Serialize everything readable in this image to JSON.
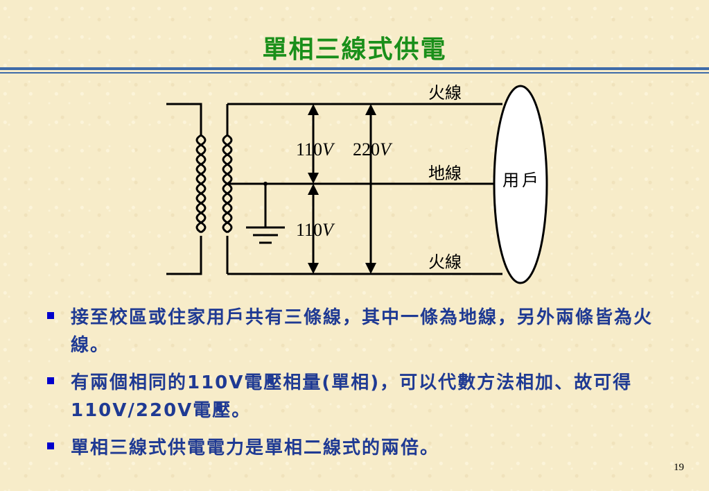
{
  "title": "單相三線式供電",
  "diagram": {
    "hot_wire_top": "火線",
    "ground_wire": "地線",
    "hot_wire_bottom": "火線",
    "user": "用戶",
    "voltage_upper_num": "110",
    "voltage_upper_unit": "V",
    "voltage_total_num": "220",
    "voltage_total_unit": "V",
    "voltage_lower_num": "110",
    "voltage_lower_unit": "V"
  },
  "bullets": [
    "接至校區或住家用戶共有三條線，其中一條為地線，另外兩條皆為火線。",
    "有兩個相同的110V電壓相量(單相)，可以代數方法相加、故可得110V/220V電壓。",
    "單相三線式供電電力是單相二線式的兩倍。"
  ],
  "page_number": "19",
  "colors": {
    "title": "#1a8f1a",
    "bullet_text": "#1f3a93",
    "rule": "#3e6ba8"
  }
}
